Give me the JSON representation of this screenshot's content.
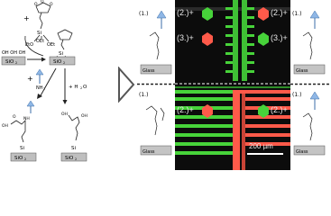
{
  "scheme": {
    "reagent_ethoxy_1": "EtO",
    "reagent_ethoxy_2": "OEt",
    "reagent_ethoxy_3": "OEt",
    "reagent_si": "Si",
    "plus": "+",
    "surface_oh": "OH OH OH",
    "surface_label": "SiO",
    "surface_sub": "2",
    "amine_label": "NH",
    "amine_sub": "2",
    "water_label": "+ H",
    "water_sub": "2",
    "water_o": "O",
    "amide_nh": "NH",
    "acid_oh": "OH",
    "carbonyl_o": "O",
    "si": "Si",
    "o": "O"
  },
  "figure": {
    "left_top_label": "(1.)",
    "left_top_surface": "Glass",
    "left_bottom_label": "(1.)",
    "left_bottom_surface": "Glass",
    "right_top_label": "(1.)",
    "right_top_surface": "Glass",
    "right_bottom_label": "(1.)",
    "right_bottom_surface": "Glass",
    "tile_tl_a": "(2.)+",
    "tile_tl_b": "(3.)+",
    "tile_tr_a": "(2.)+",
    "tile_tr_b": "(3.)+",
    "tile_bl": "(2.)+",
    "tile_br": "(2.)+",
    "scale_bar": "200 µm",
    "colors": {
      "green": "#47d33a",
      "red": "#ff5a4a",
      "dark": "#0c0c0c"
    }
  }
}
